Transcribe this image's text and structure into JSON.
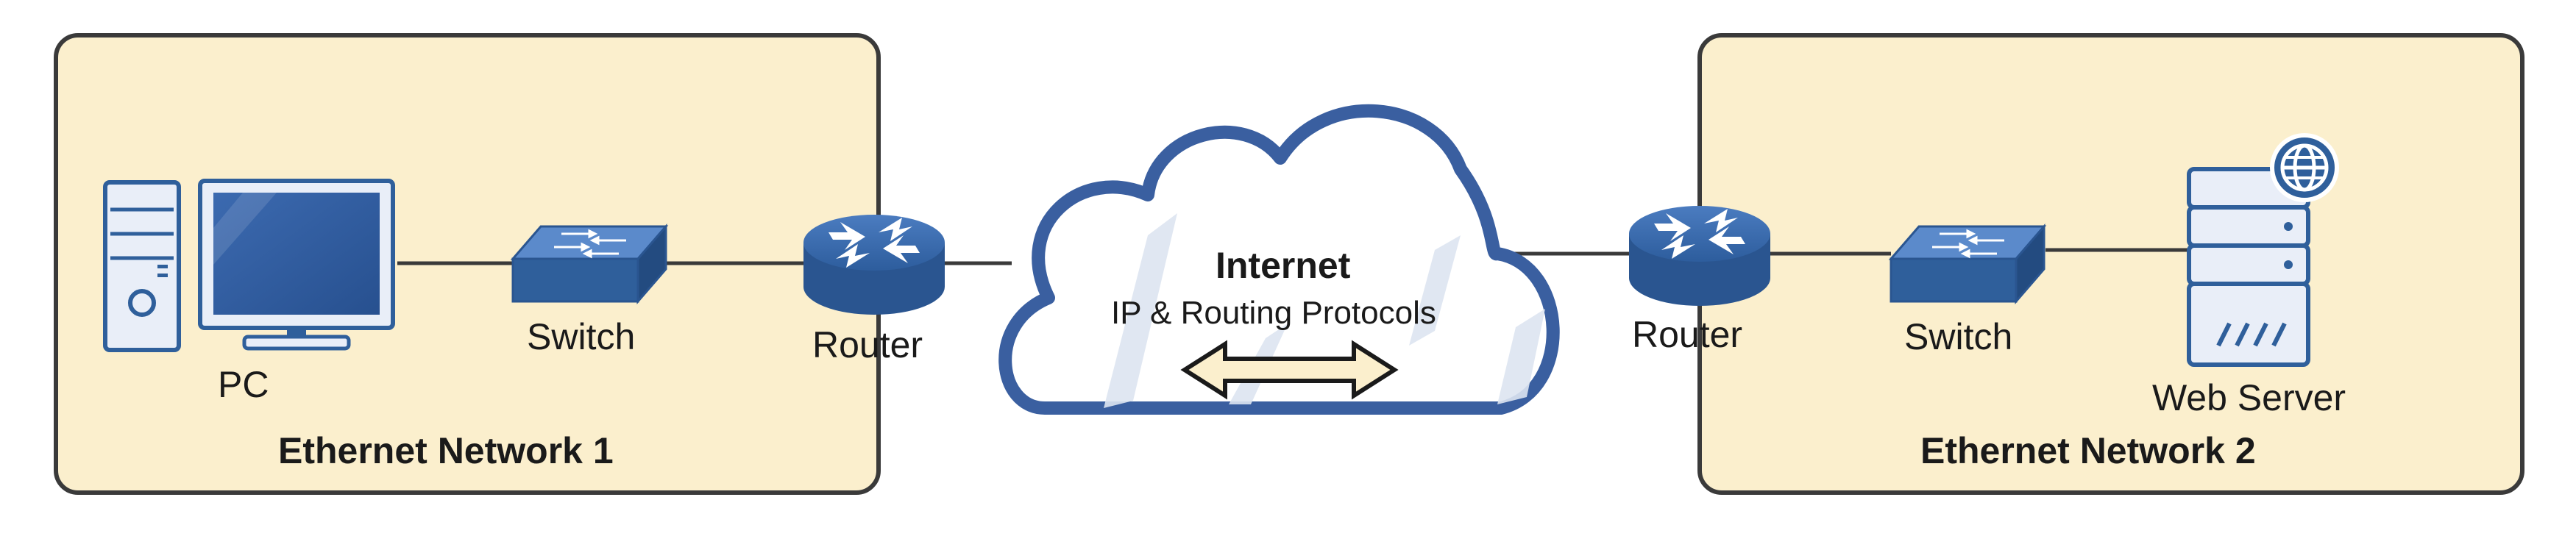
{
  "network1": {
    "label": "Ethernet Network 1",
    "pc_label": "PC",
    "switch_label": "Switch",
    "router_label": "Router"
  },
  "network2": {
    "label": "Ethernet Network 2",
    "router_label": "Router",
    "switch_label": "Switch",
    "server_label": "Web Server"
  },
  "internet": {
    "title": "Internet",
    "subtitle": "IP & Routing Protocols"
  },
  "icons": [
    "pc-tower-icon",
    "monitor-icon",
    "switch-icon",
    "router-icon",
    "cloud-icon",
    "double-arrow-icon",
    "server-icon",
    "globe-icon"
  ],
  "colors": {
    "box_fill": "#fbefcd",
    "device_blue": "#2f5f9b",
    "device_light": "#e9eef8",
    "cloud_stroke": "#3a5fa0"
  }
}
